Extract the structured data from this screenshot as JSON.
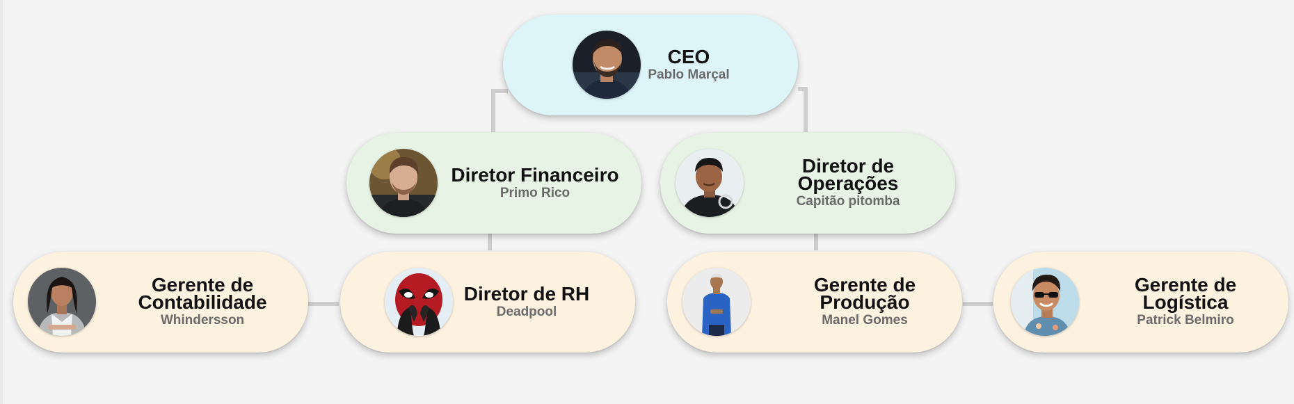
{
  "org_chart": {
    "ceo": {
      "title": "CEO",
      "name": "Pablo Marçal",
      "avatar_icon": "person-photo"
    },
    "directors": [
      {
        "title": "Diretor Financeiro",
        "name": "Primo Rico",
        "avatar_icon": "person-photo"
      },
      {
        "title": "Diretor de Operações",
        "name": "Capitão pitomba",
        "avatar_icon": "person-photo"
      }
    ],
    "managers": [
      {
        "title": "Gerente de Contabilidade",
        "name": "Whindersson",
        "avatar_icon": "person-photo"
      },
      {
        "title": "Diretor de RH",
        "name": "Deadpool",
        "avatar_icon": "masked-person-photo"
      },
      {
        "title": "Gerente de Produção",
        "name": "Manel Gomes",
        "avatar_icon": "person-photo"
      },
      {
        "title": "Gerente de Logística",
        "name": "Patrick Belmiro",
        "avatar_icon": "person-photo"
      }
    ]
  },
  "colors": {
    "background": "#f4f4f4",
    "ceo_card": "#ddf4f9",
    "director_card": "#e7f4e5",
    "manager_card": "#fdf1e0",
    "connector": "#cfcfcf",
    "title_text": "#111111",
    "name_text": "#6a6a6a"
  }
}
